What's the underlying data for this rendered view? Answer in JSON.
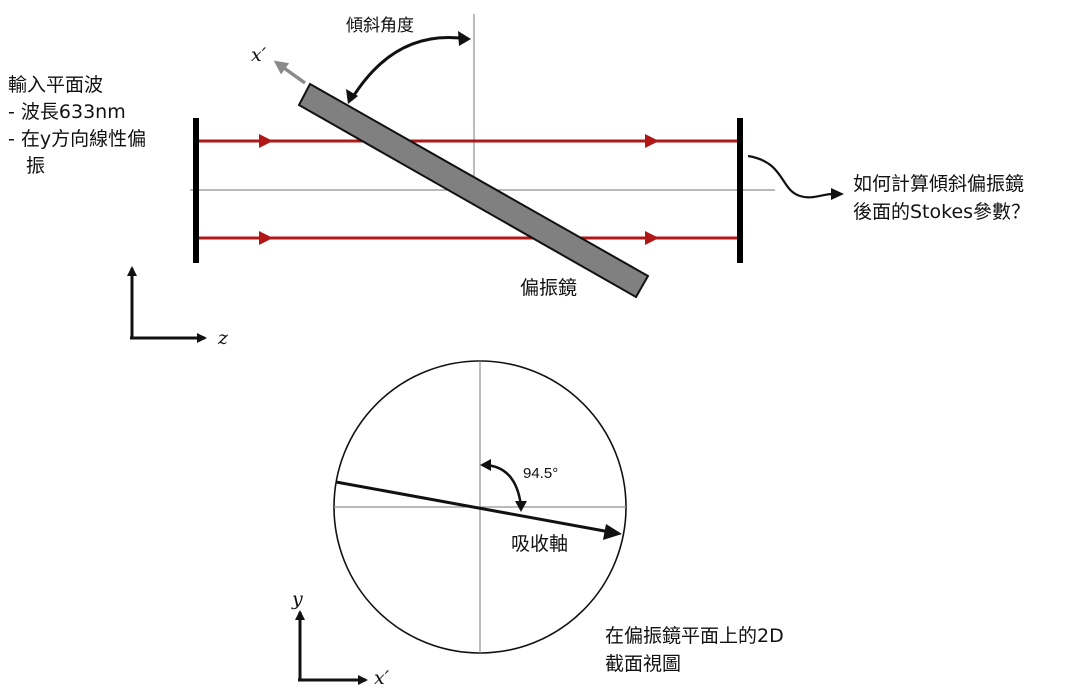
{
  "top_figure": {
    "input_wave": {
      "title": "輸入平面波",
      "line1": "- 波長633nm",
      "line2a": "- 在y方向線性偏",
      "line2b": "振"
    },
    "tilt_angle_label": "傾斜角度",
    "polarizer_label": "偏振鏡",
    "question": {
      "line1": "如何計算傾斜偏振鏡",
      "line2": "後面的Stokes參數？"
    },
    "axis_x_prime": "x′",
    "axis_z": "z"
  },
  "bottom_figure": {
    "angle_value": "94.5°",
    "absorption_axis_label": "吸收軸",
    "caption": {
      "line1": "在偏振鏡平面上的2D",
      "line2": "截面視圖"
    },
    "axis_y": "y",
    "axis_x_prime": "x′"
  },
  "colors": {
    "beam": "#b01818",
    "polarizer_fill": "#808080",
    "guide_line": "#909090",
    "x_prime_arrow": "#8a8a8a"
  }
}
